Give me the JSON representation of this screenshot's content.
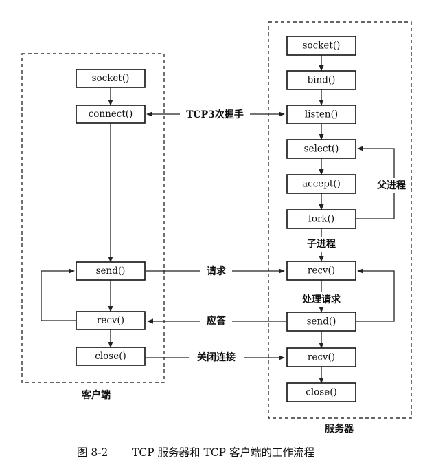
{
  "client": {
    "label": "客户端",
    "boxes": {
      "socket": "socket()",
      "connect": "connect()",
      "send": "send()",
      "recv": "recv()",
      "close": "close()"
    }
  },
  "server": {
    "label": "服务器",
    "boxes": {
      "socket": "socket()",
      "bind": "bind()",
      "listen": "listen()",
      "select": "select()",
      "accept": "accept()",
      "fork": "fork()",
      "recv1": "recv()",
      "send": "send()",
      "recv2": "recv()",
      "close": "close()"
    }
  },
  "edge_labels": {
    "handshake": "TCP3次握手",
    "request": "请求",
    "response": "应答",
    "close_conn": "关闭连接",
    "parent": "父进程",
    "child": "子进程",
    "process": "处理请求"
  },
  "caption": {
    "number": "图 8-2",
    "text": "TCP 服务器和 TCP 客户端的工作流程"
  }
}
